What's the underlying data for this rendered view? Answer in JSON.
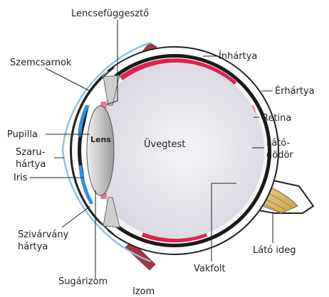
{
  "labels": {
    "lencsefuggeszto": "Lencsefüggesztő",
    "szemcsarnok": "Szemcsarnok",
    "inhartya": "Ínhártya",
    "erhartya": "Érhártya",
    "retina": "Retina",
    "latogodor_1": "Látó-",
    "latogodor_2": "gödör",
    "uvegtest": "Üvegtest",
    "lens": "Lens",
    "pupilla": "Pupilla",
    "szaruhartya_1": "Szaru-",
    "szaruhartya_2": "hártya",
    "iris": "Iris",
    "szivarvany_1": "Szivárvány",
    "szivarvany_2": "hártya",
    "sugarizom": "Sugárizom",
    "izom": "Izom",
    "vakfolt": "Vakfolt",
    "latoideg": "Látó ideg"
  },
  "colors": {
    "sclera": "#ffffff",
    "choroid": "#1a1a1a",
    "retina": "#e0204f",
    "vitreous": "#e4e4ec",
    "cornea_line": "#8ec3e8",
    "iris_blue": "#2f8fe0",
    "lens": "#c8c8c8",
    "muscle": "#b03040",
    "nerve": "#e8cf8a"
  }
}
